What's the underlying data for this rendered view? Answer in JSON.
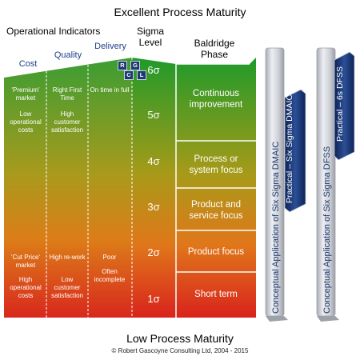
{
  "titles": {
    "top": "Excellent Process Maturity",
    "bottom": "Low Process Maturity",
    "copyright": "© Robert Gascoyne Consulting Ltd, 2004 - 2015"
  },
  "headers": {
    "operational_indicators": "Operational Indicators",
    "sigma_level": "Sigma\nLevel",
    "baldridge_phase": "Baldridge\nPhase"
  },
  "columns": {
    "cost": {
      "label": "Cost",
      "top": [
        "'Premium' market",
        "Low operational costs"
      ],
      "bottom": [
        "'Cut Price' market",
        "High operational costs"
      ]
    },
    "quality": {
      "label": "Quality",
      "top": [
        "Right First Time",
        "High customer satisfaction"
      ],
      "bottom": [
        "High re-work",
        "Low customer satisfaction"
      ]
    },
    "delivery": {
      "label": "Delivery",
      "top": [
        "On time in full"
      ],
      "bottom": [
        "Poor",
        "Often incomplete"
      ]
    }
  },
  "rgcl": [
    "R",
    "G",
    "C",
    "L"
  ],
  "sigma_levels": [
    "6σ",
    "5σ",
    "4σ",
    "3σ",
    "2σ",
    "1σ"
  ],
  "phases": [
    "Continuous\nimprovement",
    "Process or\nsystem focus",
    "Product and\nservice focus",
    "Product focus",
    "Short term"
  ],
  "bars": {
    "dmaic_conceptual": "Conceptual Application of Six Sigma DMAIC",
    "dmaic_practical": "Practical – Six Sigma DMAIC",
    "dfss_conceptual": "Conceptual Application of Six Sigma DFSS",
    "dfss_practical": "Practical – 6s DFSS"
  },
  "colors": {
    "gradient_top": "#2f9a2f",
    "gradient_mid": "#e08e1a",
    "gradient_bottom": "#d8241c",
    "navy": "#1e3a70",
    "bar_gray": "#d7d9de"
  }
}
